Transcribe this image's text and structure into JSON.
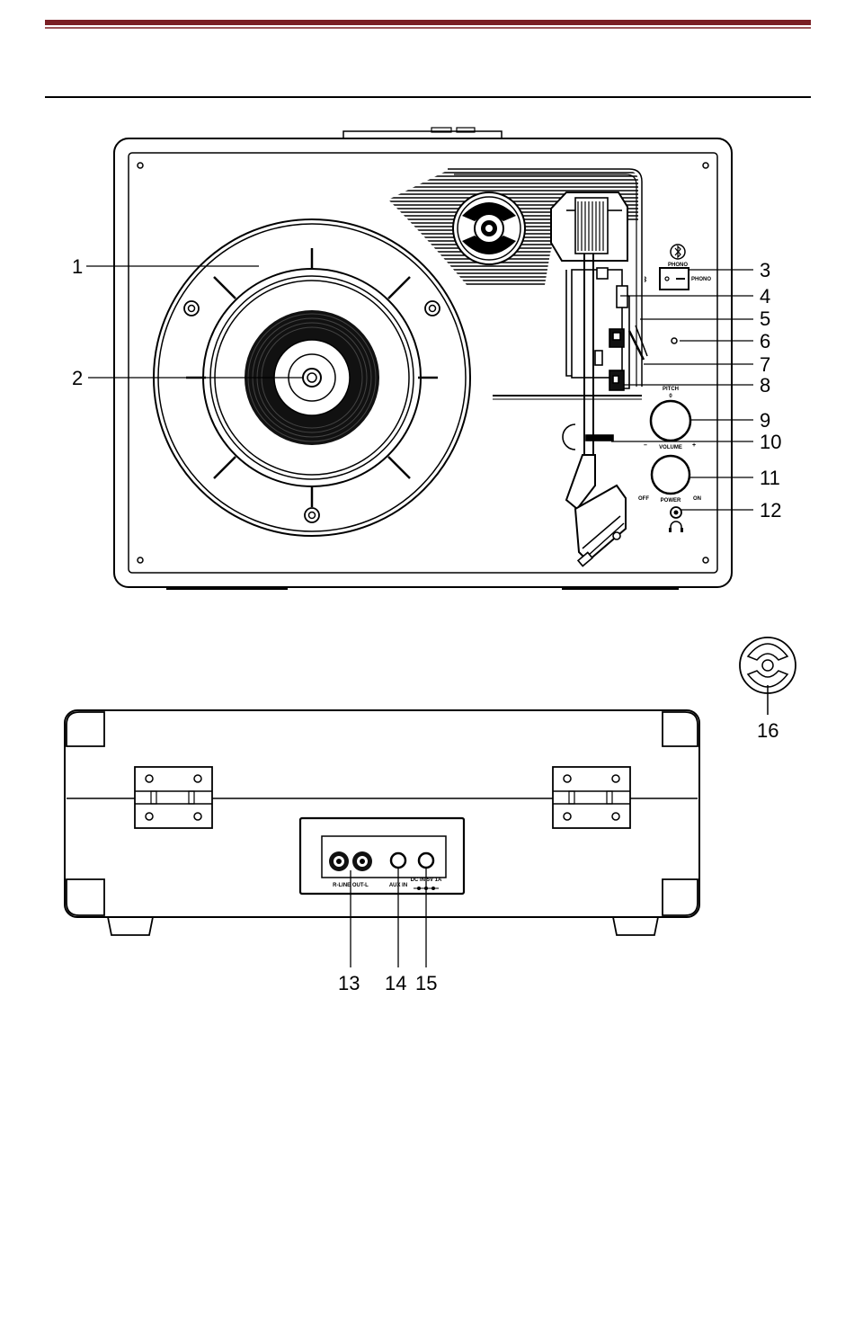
{
  "header": {
    "rule_color": "#7a1f24"
  },
  "labels": {
    "pitch": "PITCH",
    "pitch_zero": "0",
    "volume": "VOLUME",
    "vol_minus": "–",
    "vol_plus": "+",
    "off": "OFF",
    "power": "POWER",
    "on": "ON",
    "phono_top": "PHONO",
    "phono_side": "PHONO",
    "line_out": "R-LINE OUT-L",
    "aux_in": "AUX IN",
    "dc_in": "DC IN 5V 1A"
  },
  "callouts": [
    "1",
    "2",
    "3",
    "4",
    "5",
    "6",
    "7",
    "8",
    "9",
    "10",
    "11",
    "12",
    "13",
    "14",
    "15",
    "16"
  ]
}
